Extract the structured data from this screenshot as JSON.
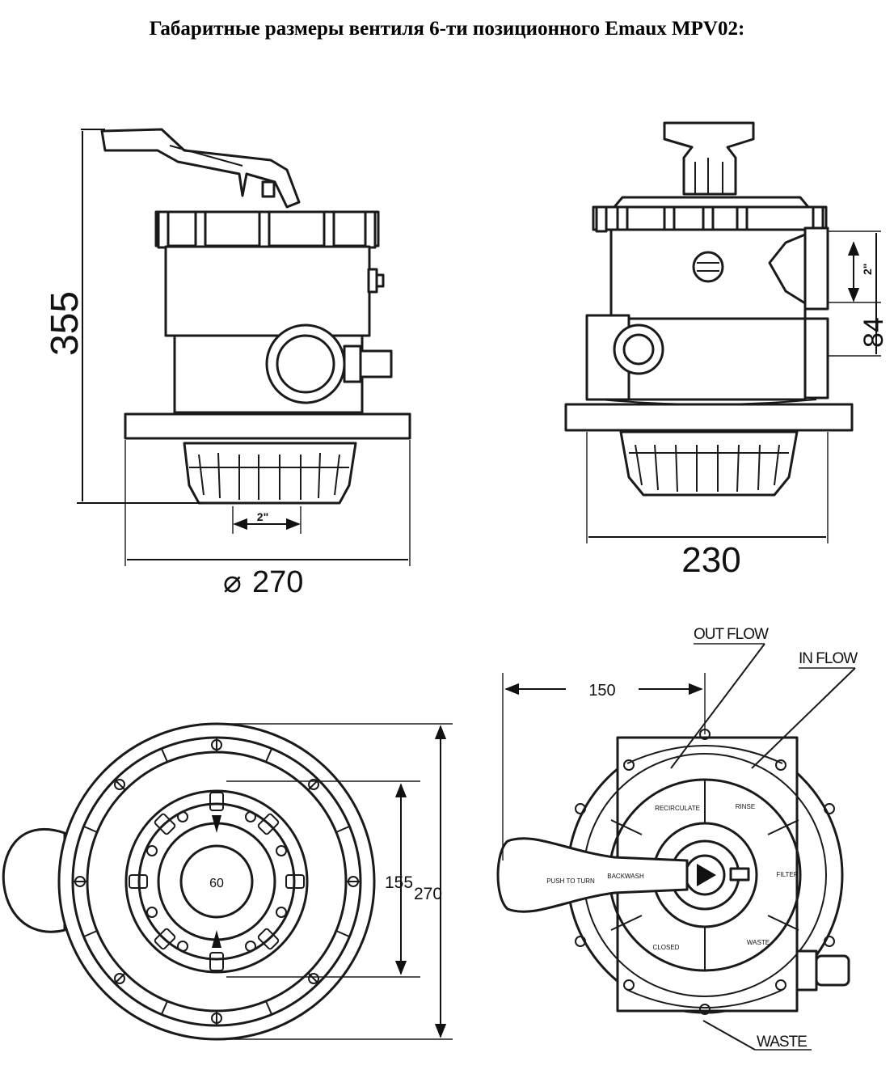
{
  "title": "Габаритные размеры вентиля 6-ти позиционного Emaux MPV02:",
  "side_view": {
    "height": "355",
    "diameter": "270",
    "diameter_symbol": "⌀",
    "port": "2\""
  },
  "front_view": {
    "width": "230",
    "height": "84",
    "port": "2\""
  },
  "bottom_view": {
    "outer": "270",
    "inner": "155",
    "center": "60"
  },
  "top_view": {
    "offset": "150",
    "out_flow": "OUT FLOW",
    "in_flow": "IN FLOW",
    "waste": "WASTE",
    "positions": {
      "recirculate": "RECIRCULATE",
      "rinse": "RINSE",
      "filter": "FILTER",
      "waste": "WASTE",
      "closed": "CLOSED",
      "backwash": "BACKWASH"
    },
    "handle_text": "PUSH TO TURN"
  }
}
